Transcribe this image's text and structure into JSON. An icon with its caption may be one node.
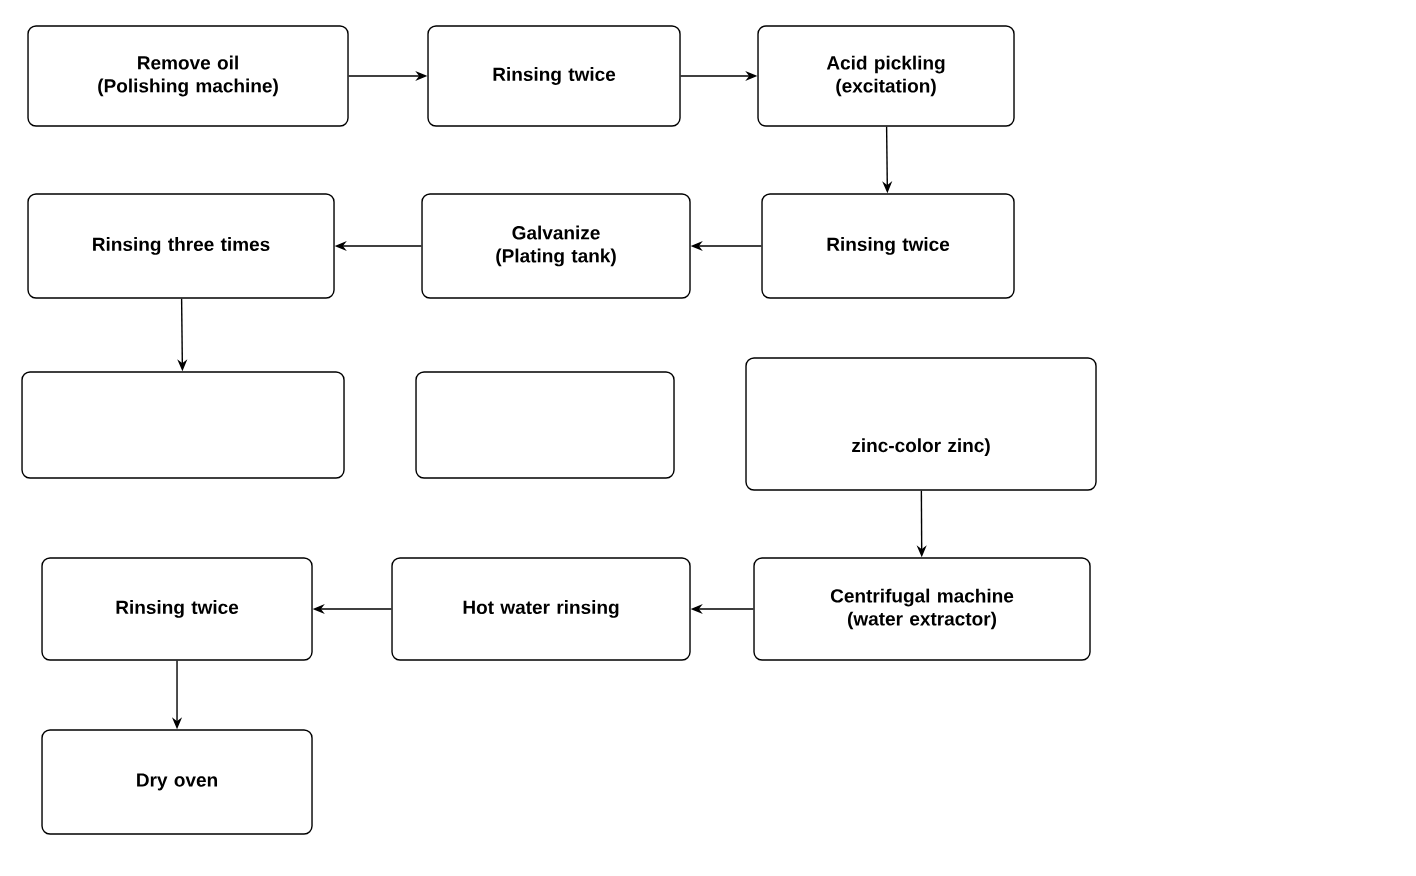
{
  "diagram": {
    "nodes": [
      {
        "text": [
          "Remove oil (Polishing machine)"
        ]
      },
      {
        "text": [
          "Rinsing twice"
        ]
      },
      {
        "text": [
          "Acid pickling (excitation)"
        ]
      },
      {
        "text": [
          "Rinsing three times"
        ]
      },
      {
        "text": [
          "Galvanize (Plating tank)"
        ]
      },
      {
        "text": [
          "Rinsing twice"
        ]
      },
      {
        "text": [],
        "shape": "box"
      },
      {
        "text": [],
        "shape": "box"
      },
      {
        "text": [
          "zinc-color zinc)"
        ]
      },
      {
        "text": [
          "Rinsing twice"
        ]
      },
      {
        "text": [
          "Hot water rinsing"
        ]
      },
      {
        "text": [
          "Centrifugal machine (water extractor)"
        ]
      },
      {
        "text": [
          "Dry oven"
        ]
      }
    ],
    "edges": [
      {
        "from": 0,
        "to": 1,
        "arrow": "to"
      },
      {
        "from": 1,
        "to": 2,
        "arrow": "to"
      },
      {
        "from": 2,
        "to": 5,
        "arrow": "to"
      },
      {
        "from": 5,
        "to": 4,
        "arrow": "to"
      },
      {
        "from": 4,
        "to": 3,
        "arrow": "to"
      },
      {
        "from": 3,
        "to": 6,
        "arrow": "to"
      },
      {
        "from": 8,
        "to": 11,
        "arrow": "to"
      },
      {
        "from": 11,
        "to": 10,
        "arrow": "to"
      },
      {
        "from": 10,
        "to": 9,
        "arrow": "to"
      },
      {
        "from": 9,
        "to": 12,
        "arrow": "to"
      }
    ]
  }
}
